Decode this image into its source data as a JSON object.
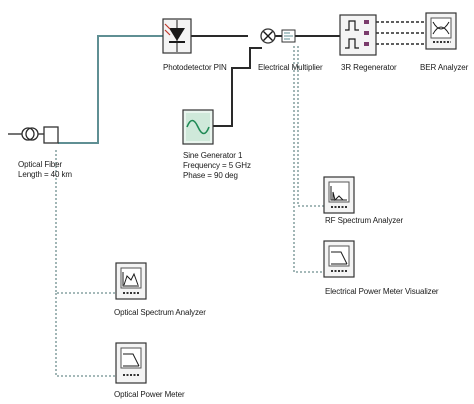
{
  "diagram": {
    "components": {
      "optical_fiber": {
        "label": "Optical Fiber",
        "length": "Length = 40 km"
      },
      "photodetector": {
        "label": "Photodetector PIN"
      },
      "sine_generator": {
        "label": "Sine Generator 1",
        "frequency": "Frequency = 5 GHz",
        "phase": "Phase = 90 deg"
      },
      "electrical_multiplier": {
        "label": "Electrical Multiplier"
      },
      "regenerator": {
        "label": "3R Regenerator"
      },
      "ber_analyzer": {
        "label": "BER Analyzer"
      },
      "rf_spectrum_analyzer": {
        "label": "RF Spectrum Analyzer"
      },
      "electrical_power_meter": {
        "label": "Electrical Power Meter Visualizer"
      },
      "optical_spectrum_analyzer": {
        "label": "Optical Spectrum Analyzer"
      },
      "optical_power_meter": {
        "label": "Optical Power Meter"
      }
    },
    "colors": {
      "optical_link": "#5f8f93",
      "electrical_link": "#2a2a2a",
      "monitor_link": "#6f8f8f",
      "sine_icon": "#1f8a55",
      "border": "#333333"
    }
  }
}
